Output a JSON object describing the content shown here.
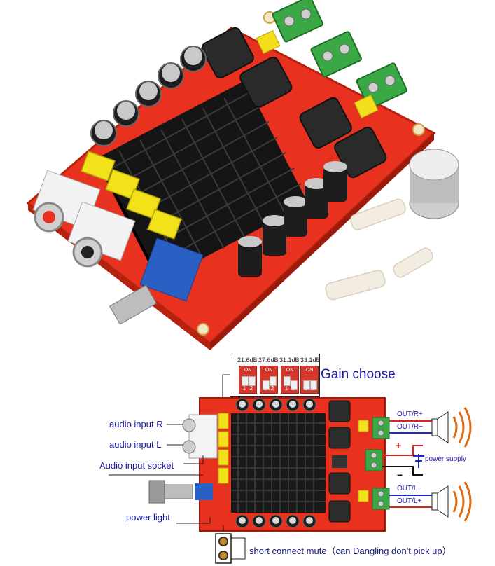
{
  "gain_settings": [
    "21.6dB",
    "27.6dB",
    "31.1dB",
    "33.1dB"
  ],
  "dip_switch": {
    "on_label": "ON",
    "pin_labels": [
      "1",
      "2"
    ]
  },
  "labels": {
    "gain_choose": "Gain choose",
    "audio_input_r": "audio input R",
    "audio_input_l": "audio input L",
    "audio_input_socket": "Audio input socket",
    "power_light": "power light",
    "short_connect_mute": "short connect mute（can Dangling don't pick up）",
    "out_r_plus": "OUT/R+",
    "out_r_minus": "OUT/R−",
    "power_supply": "power supply",
    "out_l_minus": "OUT/L−",
    "out_l_plus": "OUT/L+",
    "plus_sign": "+",
    "minus_sign": "−"
  },
  "colors": {
    "pcb_red": "#e8321f",
    "heatsink_black": "#151515",
    "terminal_green": "#3aa845",
    "label_blue": "#1a1aa8",
    "wire_red": "#e0201a",
    "wire_blue": "#1a2acc",
    "speaker_orange": "#e06a10"
  }
}
